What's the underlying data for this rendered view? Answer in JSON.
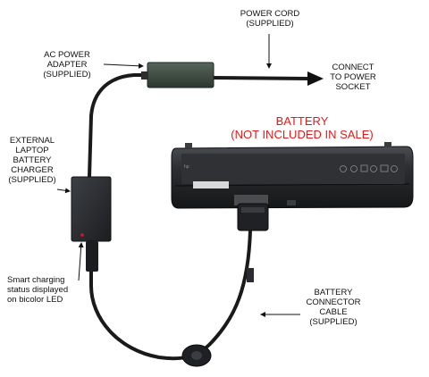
{
  "labels": {
    "power_cord": [
      "POWER CORD",
      "(SUPPLIED)"
    ],
    "ac_adapter": [
      "AC POWER",
      "ADAPTER",
      "(SUPPLIED)"
    ],
    "connect": [
      "CONNECT",
      "TO POWER",
      "SOCKET"
    ],
    "battery": [
      "BATTERY",
      "(NOT INCLUDED IN SALE)"
    ],
    "external_charger": [
      "EXTERNAL",
      "LAPTOP",
      "BATTERY",
      "CHARGER",
      "(SUPPLIED)"
    ],
    "led_note": [
      "Smart charging",
      "status displayed",
      "on bicolor LED"
    ],
    "connector_cable": [
      "BATTERY",
      "CONNECTOR",
      "CABLE",
      "(SUPPLIED)"
    ]
  },
  "colors": {
    "accent_red": "#e01b1b",
    "device_dark": "#2b2d30",
    "adapter_green": "#39463c",
    "cable": "#1a1a1a"
  }
}
